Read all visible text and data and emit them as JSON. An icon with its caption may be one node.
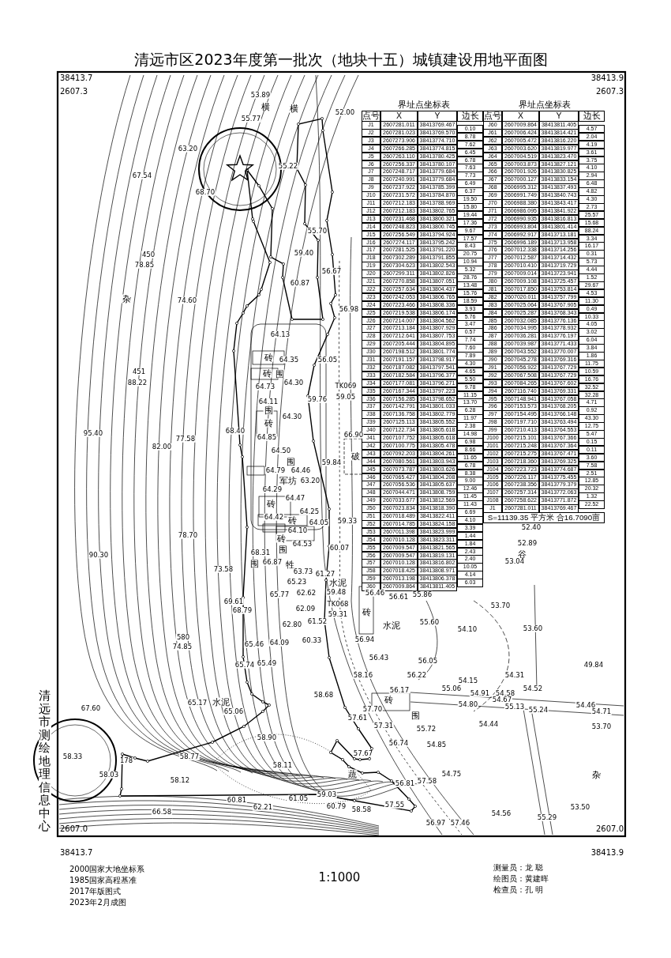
{
  "diagram": {
    "title": "清远市区2023年度第一批次（地块十五）城镇建设用地平面图",
    "labels": [
      "38413.7",
      "38413.9",
      "2607.3",
      "2607.3",
      "界址点坐标表",
      "点号",
      "X",
      "Y",
      "边长",
      "J1",
      "2607281.011",
      "38413769.467",
      "0.10",
      "J2",
      "2607281.023",
      "38413769.570",
      "8.78",
      "J3",
      "2607273.906",
      "38413774.710",
      "7.62",
      "J4",
      "2607266.285",
      "38413774.815",
      "6.45",
      "J5",
      "2607263.110",
      "38413780.425",
      "6.78",
      "J6",
      "2607256.337",
      "38413780.107",
      "7.63",
      "J7",
      "2607248.717",
      "38413779.684",
      "7.73",
      "J8",
      "2607240.991",
      "38413779.684",
      "6.49",
      "J9",
      "2607237.922",
      "38413785.399",
      "6.37",
      "J10",
      "2607231.572",
      "38413784.870",
      "19.50",
      "J11",
      "2607212.183",
      "38413788.969",
      "15.80",
      "J12",
      "2607212.183",
      "38413802.765",
      "19.44",
      "J13",
      "2607231.468",
      "38413800.321",
      "17.36",
      "J14",
      "2607248.823",
      "38413800.745",
      "9.67",
      "J15",
      "2607256.549",
      "38413794.924",
      "17.57",
      "J16",
      "2607274.117",
      "38413795.242",
      "8.43",
      "J17",
      "2607281.525",
      "38413791.220",
      "20.75",
      "J18",
      "2607302.289",
      "38413791.855",
      "10.94",
      "J19",
      "2607304.623",
      "38413802.543",
      "5.32",
      "J20",
      "2607299.311",
      "38413802.826",
      "28.76",
      "J21",
      "2607270.858",
      "38413807.051",
      "13.48",
      "J22",
      "2607257.634",
      "38413804.437",
      "15.76",
      "J23",
      "2607242.053",
      "38413806.765",
      "18.59",
      "J24",
      "2607223.466",
      "38413808.336",
      "3.93",
      "J25",
      "2607219.538",
      "38413806.174",
      "5.76",
      "J26",
      "2607214.007",
      "38413804.562",
      "3.47",
      "J27",
      "2607213.184",
      "38413807.929",
      "0.57",
      "J28",
      "2607212.641",
      "38413807.753",
      "7.74",
      "J29",
      "2607205.444",
      "38413804.895",
      "7.60",
      "J30",
      "2607198.512",
      "38413801.774",
      "7.89",
      "J31",
      "2607191.157",
      "38413798.917",
      "4.30",
      "J32",
      "2607187.082",
      "38413797.541",
      "4.65",
      "J33",
      "2607182.584",
      "38413796.377",
      "5.50",
      "J34",
      "2607177.081",
      "38413796.271",
      "9.78",
      "J35",
      "2607167.344",
      "38413797.223",
      "11.15",
      "J36",
      "2607156.285",
      "38413798.652",
      "13.70",
      "J37",
      "2607142.791",
      "38413801.033",
      "6.28",
      "J38",
      "2607136.758",
      "38413802.779",
      "11.97",
      "J39",
      "2607125.113",
      "38413805.552",
      "2.38",
      "J40",
      "2607122.734",
      "38413805.618",
      "14.98",
      "J41",
      "2607107.752",
      "38413805.618",
      "6.98",
      "J42",
      "2607100.775",
      "38413805.478",
      "8.66",
      "J43",
      "2607092.203",
      "38413804.261",
      "11.65",
      "J44",
      "2607080.561",
      "38413803.943",
      "6.78",
      "J45",
      "2607073.787",
      "38413803.626",
      "8.38",
      "J46",
      "2607065.427",
      "38413804.208",
      "9.00",
      "J47",
      "2607056.536",
      "38413805.637",
      "12.46",
      "J48",
      "2607044.471",
      "38413808.759",
      "11.45",
      "J49",
      "2607033.677",
      "38413812.569",
      "11.43",
      "J50",
      "2607023.834",
      "38413818.390",
      "6.69",
      "J51",
      "2607018.489",
      "38413822.411",
      "4.10",
      "J52",
      "2607014.785",
      "38413824.158",
      "3.39",
      "J53",
      "2607011.398",
      "38413823.999",
      "1.44",
      "J54",
      "2607010.128",
      "38413823.311",
      "1.84",
      "J55",
      "2607009.547",
      "38413821.565",
      "2.43",
      "J56",
      "2607009.547",
      "38413819.131",
      "2.40",
      "J57",
      "2607010.128",
      "38413816.802",
      "10.05",
      "J58",
      "2607018.425",
      "38413808.971",
      "4.14",
      "J59",
      "2607013.198",
      "38413806.378",
      "6.03",
      "J60",
      "2607009.864",
      "38413811.405",
      "界址点坐标表",
      "点号",
      "X",
      "Y",
      "边长",
      "J60",
      "2607009.864",
      "38413811.405",
      "4.57",
      "J61",
      "2607006.424",
      "38413814.421",
      "2.04",
      "J62",
      "2607005.472",
      "38413816.220",
      "4.19",
      "J63",
      "2607003.620",
      "38413819.977",
      "3.61",
      "J64",
      "2607004.519",
      "38413823.470",
      "3.75",
      "J65",
      "2607003.873",
      "38413827.121",
      "4.10",
      "J66",
      "2607001.926",
      "38413830.825",
      "2.94",
      "J67",
      "2607000.127",
      "38413833.154",
      "6.48",
      "J68",
      "2606995.312",
      "38413837.493",
      "4.82",
      "J69",
      "2606991.749",
      "38413840.743",
      "4.30",
      "J70",
      "2606988.380",
      "38413843.417",
      "2.73",
      "J71",
      "2606986.095",
      "38413841.922",
      "25.57",
      "J72",
      "2606990.935",
      "38413816.813",
      "15.68",
      "J73",
      "2606993.804",
      "38413801.414",
      "88.24",
      "J74",
      "2606992.917",
      "38413713.181",
      "3.34",
      "J75",
      "2606996.189",
      "38413713.958",
      "16.17",
      "J76",
      "2607012.338",
      "38413714.256",
      "0.31",
      "J77",
      "2607012.587",
      "38413714.432",
      "5.73",
      "J78",
      "2607010.410",
      "38413719.729",
      "4.44",
      "J79",
      "2607009.014",
      "38413723.941",
      "1.52",
      "J80",
      "2607009.108",
      "38413725.457",
      "29.67",
      "J81",
      "2607017.850",
      "38413753.814",
      "4.53",
      "J82",
      "2607020.011",
      "38413757.799",
      "11.30",
      "J83",
      "2607025.064",
      "38413767.905",
      "0.49",
      "J84",
      "2607025.287",
      "38413768.343",
      "10.33",
      "J85",
      "2607032.085",
      "38413776.136",
      "4.05",
      "J86",
      "2607034.995",
      "38413778.932",
      "3.02",
      "J87",
      "2607036.281",
      "38413776.197",
      "6.04",
      "J88",
      "2607039.987",
      "38413771.433",
      "3.84",
      "J89",
      "2607043.552",
      "38413770.007",
      "1.86",
      "J90",
      "2607045.278",
      "38413769.316",
      "11.75",
      "J91",
      "2607056.922",
      "38413767.729",
      "10.59",
      "J92",
      "2607067.508",
      "38413767.729",
      "16.76",
      "J93",
      "2607084.265",
      "38413767.602",
      "32.52",
      "J94",
      "2607116.740",
      "38413769.331",
      "32.28",
      "J95",
      "2607148.941",
      "38413767.058",
      "4.71",
      "J96",
      "2607153.573",
      "38413768.205",
      "0.92",
      "J97",
      "2607154.495",
      "38413766.148",
      "43.30",
      "J98",
      "2607197.710",
      "38413763.494",
      "12.75",
      "J99",
      "2607210.413",
      "38413764.553",
      "5.47",
      "J100",
      "2607215.101",
      "38413767.366",
      "0.15",
      "J101",
      "2607215.248",
      "38413767.364",
      "0.11",
      "J102",
      "2607215.275",
      "38413767.471",
      "3.60",
      "J103",
      "2607218.360",
      "38413769.325",
      "7.58",
      "J104",
      "2607223.723",
      "38413774.687",
      "2.51",
      "J105",
      "2607226.117",
      "38413775.455",
      "12.85",
      "J106",
      "2607238.356",
      "38413779.379",
      "20.32",
      "J107",
      "2607257.314",
      "38413772.063",
      "1.32",
      "J108",
      "2607258.622",
      "38413771.872",
      "22.52",
      "J1",
      "2607281.011",
      "38413769.467",
      "S=11139.35 平方米 合16.7090亩",
      "53.89",
      "横",
      "横",
      "52.00",
      "55.77",
      "63.20",
      "55.22",
      "67.54",
      "68.70",
      "55.70",
      "450",
      "59.40",
      "78.85",
      "56.67",
      "60.87",
      "杂",
      "74.60",
      "56.98",
      "64.13",
      "砖",
      "64.35",
      "56.05",
      "451",
      "围",
      "88.22",
      "砖",
      "64.73",
      "64.30",
      "TK069",
      "59.76",
      "59.05",
      "64.11",
      "围",
      "64.30",
      "砖",
      "95.40",
      "68.40",
      "66.90",
      "77.58",
      "64.85",
      "82.00",
      "64.50",
      "围",
      "59.84",
      "破",
      "64.79",
      "64.46",
      "军坊",
      "63.20",
      "64.29",
      "64.47",
      "砖",
      "64.25",
      "64.42",
      "砖",
      "64.05",
      "59.33",
      "砖",
      "64.10",
      "78.70",
      "64.53",
      "围",
      "60.07",
      "68.31",
      "90.30",
      "围",
      "66.87",
      "牲",
      "73.58",
      "63.73",
      "61.27",
      "水泥",
      "65.23",
      "65.77",
      "62.62",
      "59.48",
      "56.46",
      "56.61",
      "55.86",
      "69.61",
      "TK068",
      "53.70",
      "68.79",
      "62.09",
      "59.31",
      "62.80",
      "61.52",
      "水泥",
      "55.60",
      "54.10",
      "53.60",
      "砖",
      "65.46",
      "64.09",
      "60.33",
      "56.94",
      "56.43",
      "65.74",
      "65.49",
      "56.05",
      "49.84",
      "58.16",
      "56.22",
      "54.31",
      "54.15",
      "58.68",
      "56.17",
      "55.06",
      "54.91",
      "54.58",
      "54.52",
      "65.17",
      "水泥",
      "砖",
      "54.80",
      "54.67",
      "54.46",
      "67.60",
      "65.06",
      "57.70",
      "55.13",
      "55.24",
      "54.71",
      "57.61",
      "围",
      "57.31",
      "55.72",
      "54.44",
      "53.70",
      "58.90",
      "56.74",
      "54.85",
      "58.33",
      "178",
      "58.77",
      "57.67",
      "58.11",
      "58.03",
      "蔬",
      "54.75",
      "杂",
      "58.12",
      "56.81",
      "57.58",
      "60.81",
      "61.05",
      "59.03",
      "62.21",
      "60.79",
      "58.58",
      "57.55",
      "53.50",
      "66.58",
      "54.56",
      "55.29",
      "56.97",
      "57.46",
      "52.40",
      "52.89",
      "谷",
      "53.04",
      "580",
      "74.85",
      "2607.0",
      "2607.0",
      "38413.7",
      "38413.9",
      "2000国家大地坐标系",
      "1985国家高程基准",
      "2017年版图式",
      "2023年2月成图",
      "1:1000",
      "测量员：龙 聪",
      "绘图员：黄建晖",
      "检查员：孔 明",
      "清远市测绘地理信息中心"
    ]
  }
}
